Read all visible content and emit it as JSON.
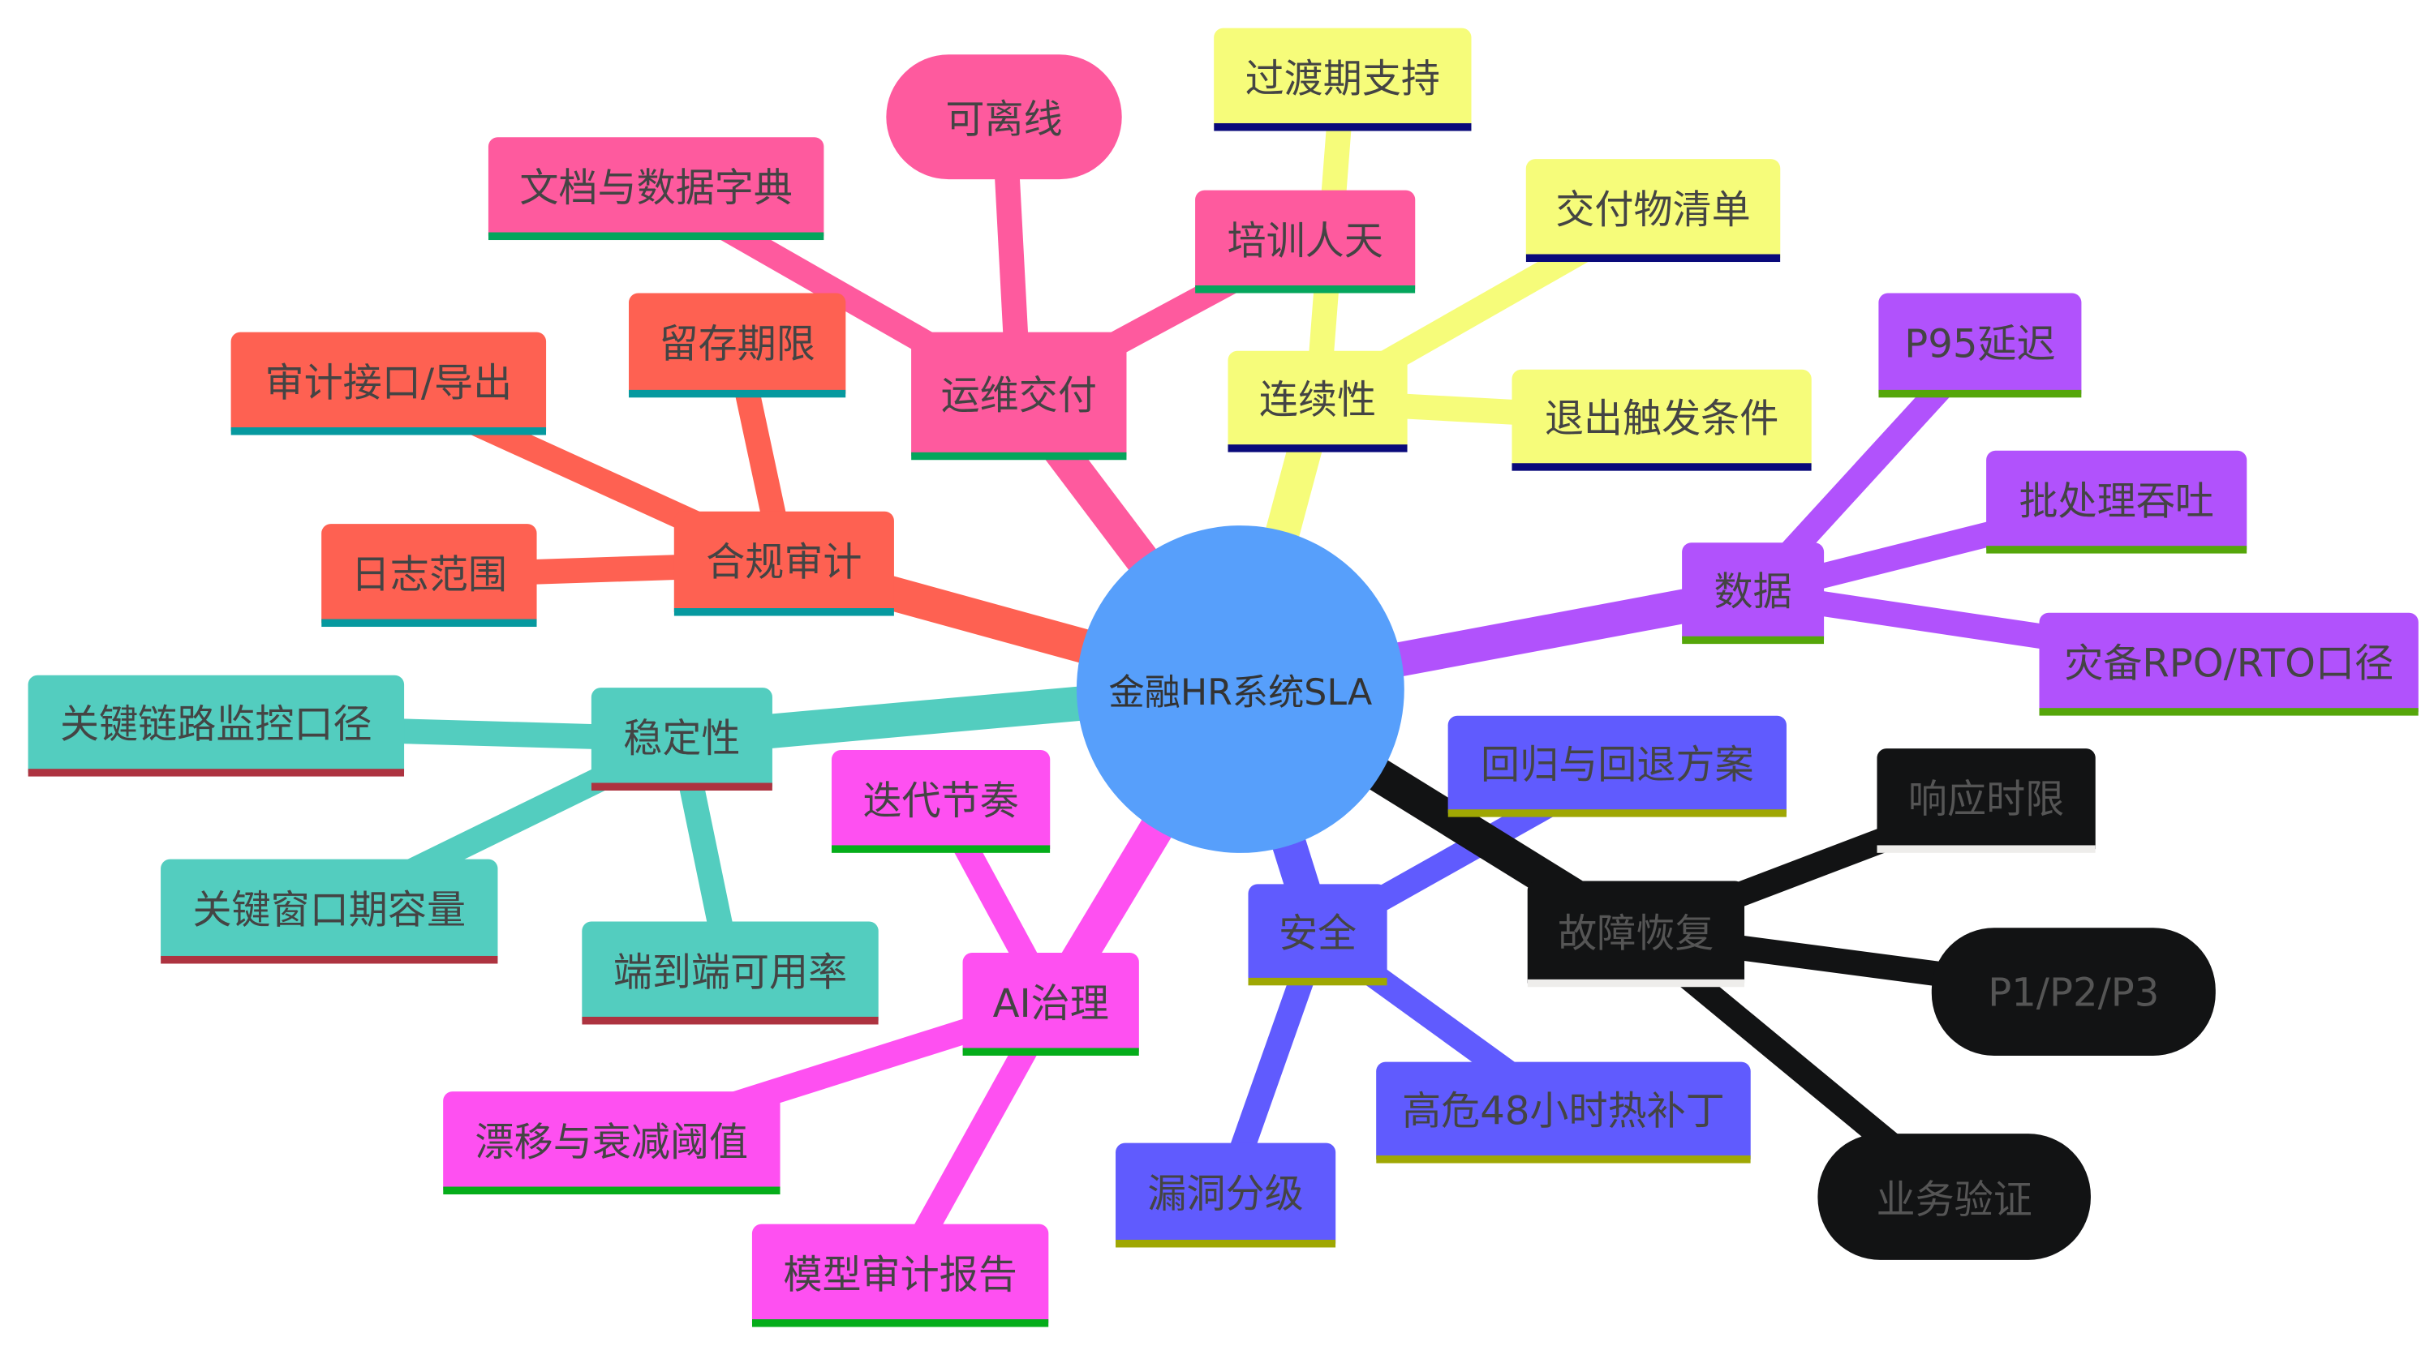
{
  "root": {
    "label": "金融HR系统SLA",
    "color": "#579ffb"
  },
  "branches": [
    {
      "label": "合规审计",
      "color": "#fe6152",
      "border": "#06999f",
      "text_color": "#444444",
      "children": [
        {
          "label": "审计接口/导出"
        },
        {
          "label": "留存期限"
        },
        {
          "label": "日志范围"
        }
      ]
    },
    {
      "label": "运维交付",
      "color": "#fe5a9e",
      "border": "#04a55c",
      "text_color": "#444444",
      "children": [
        {
          "label": "文档与数据字典"
        },
        {
          "label": "可离线"
        },
        {
          "label": "培训人天"
        }
      ]
    },
    {
      "label": "连续性",
      "color": "#f6fc7a",
      "border": "#09097a",
      "text_color": "#444444",
      "children": [
        {
          "label": "过渡期支持"
        },
        {
          "label": "交付物清单"
        },
        {
          "label": "退出触发条件"
        }
      ]
    },
    {
      "label": "数据",
      "color": "#b152fc",
      "border": "#55a60a",
      "text_color": "#444444",
      "children": [
        {
          "label": "P95延迟"
        },
        {
          "label": "批处理吞吐"
        },
        {
          "label": "灾备RPO/RTO口径"
        }
      ]
    },
    {
      "label": "稳定性",
      "color": "#53cdbf",
      "border": "#ad3340",
      "text_color": "#444444",
      "children": [
        {
          "label": "关键链路监控口径"
        },
        {
          "label": "关键窗口期容量"
        },
        {
          "label": "端到端可用率"
        }
      ]
    },
    {
      "label": "AI治理",
      "color": "#fe50f1",
      "border": "#05ad1a",
      "text_color": "#444444",
      "children": [
        {
          "label": "迭代节奏"
        },
        {
          "label": "漂移与衰减阈值"
        },
        {
          "label": "模型审计报告"
        }
      ]
    },
    {
      "label": "安全",
      "color": "#605bfe",
      "border": "#9fa703",
      "text_color": "#444444",
      "children": [
        {
          "label": "回归与回退方案"
        },
        {
          "label": "高危48小时热补丁"
        },
        {
          "label": "漏洞分级"
        }
      ]
    },
    {
      "label": "故障恢复",
      "color": "#121314",
      "border": "#eeedeb",
      "text_color": "#555555",
      "children": [
        {
          "label": "响应时限"
        },
        {
          "label": "P1/P2/P3"
        },
        {
          "label": "业务验证"
        }
      ]
    }
  ]
}
